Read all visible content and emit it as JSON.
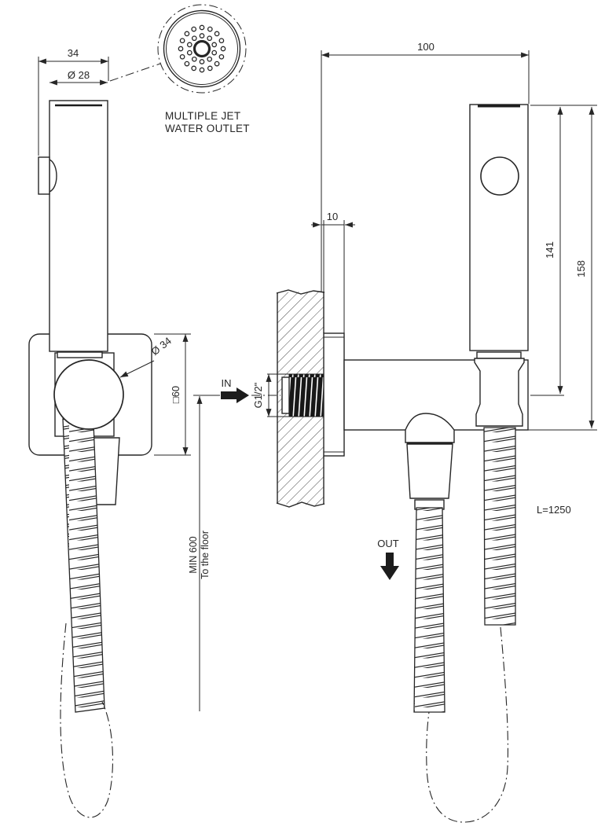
{
  "meta": {
    "line_color": "#262626",
    "background": "#ffffff"
  },
  "detail_callout": {
    "label_line1": "MULTIPLE JET",
    "label_line2": "WATER OUTLET"
  },
  "side_view": {
    "depth": "34",
    "head_diameter": "Ø 28",
    "knob_diameter": "Ø 34",
    "bracket_size": "□60",
    "min_height": "MIN 600",
    "min_height_note": "To the floor"
  },
  "front_view": {
    "width": "100",
    "wall_offset": "10",
    "height_to_axis": "141",
    "height_total": "158",
    "inlet_thread": "G1/2\"",
    "inlet": "IN",
    "outlet": "OUT",
    "hose_length": "L=1250"
  }
}
